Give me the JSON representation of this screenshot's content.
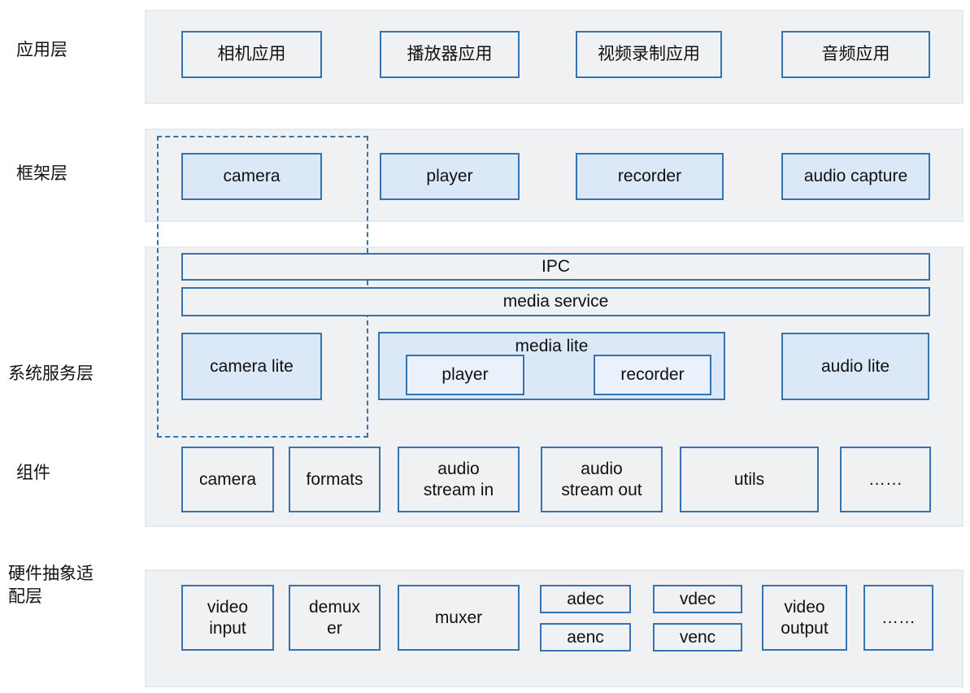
{
  "app_layer": {
    "label": "应用层",
    "boxes": [
      "相机应用",
      "播放器应用",
      "视频录制应用",
      "音频应用"
    ]
  },
  "framework_layer": {
    "label": "框架层",
    "boxes": [
      "camera",
      "player",
      "recorder",
      "audio capture"
    ]
  },
  "service_layer": {
    "label": "系统服务层",
    "ipc": "IPC",
    "media_service": "media service",
    "camera_lite": "camera lite",
    "media_lite": {
      "label": "media lite",
      "player": "player",
      "recorder": "recorder"
    },
    "audio_lite": "audio lite"
  },
  "component_layer": {
    "label": "组件",
    "boxes": [
      "camera",
      "formats",
      "audio\nstream in",
      "audio\nstream out",
      "utils",
      "……"
    ]
  },
  "hal_layer": {
    "label": "硬件抽象适配层",
    "video_input": "video\ninput",
    "demuxer": "demux\ner",
    "muxer": "muxer",
    "adec": "adec",
    "aenc": "aenc",
    "vdec": "vdec",
    "venc": "venc",
    "video_output": "video\noutput",
    "more": "……"
  },
  "colors": {
    "box_border": "#3572b0",
    "box_fill_blue": "#dbe8f8",
    "box_fill_inner": "#eaf1fb",
    "band_fill": "#f0f1f2",
    "dashed_border": "#2e75b6",
    "text": "#111111"
  }
}
